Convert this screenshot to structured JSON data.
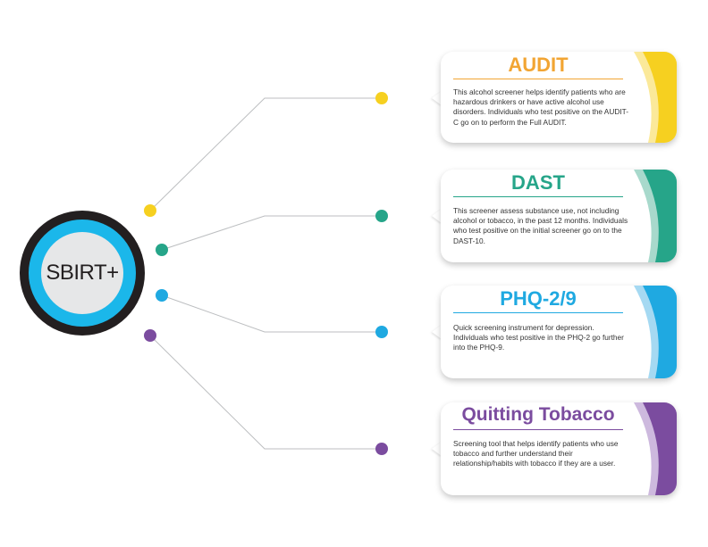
{
  "center": {
    "label": "SBIRT+"
  },
  "colors": {
    "audit": "#f6d020",
    "audit_title": "#f2a533",
    "dast": "#26a589",
    "phq": "#1fa9e1",
    "tobacco": "#7b4c9f",
    "hub_dark": "#231f20",
    "hub_ring": "#1bb7ea",
    "line": "#bcbec0"
  },
  "cards": [
    {
      "key": "audit",
      "title": "AUDIT",
      "description": "This alcohol screener helps identify patients who are hazardous drinkers or have active alcohol use disorders. Individuals who test positive on the AUDIT-C go on to perform the Full AUDIT."
    },
    {
      "key": "dast",
      "title": "DAST",
      "description": "This screener assess substance use, not including alcohol or tobacco, in the past 12 months. Individuals who test positive on the initial screener go on to the DAST-10."
    },
    {
      "key": "phq",
      "title": "PHQ-2/9",
      "description": "Quick screening instrument for depression. Individuals who test positive in the PHQ-2 go further into the PHQ-9."
    },
    {
      "key": "tobacco",
      "title": "Quitting Tobacco",
      "description": "Screening tool that helps identify patients who use tobacco and further understand their relationship/habits with tobacco if they are a user."
    }
  ]
}
